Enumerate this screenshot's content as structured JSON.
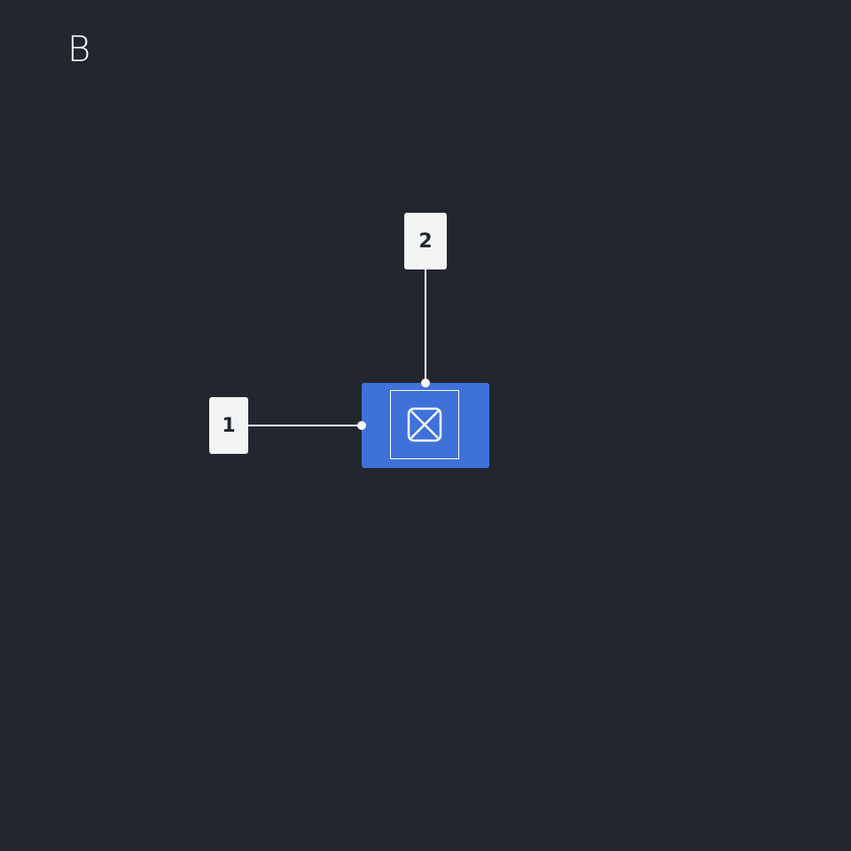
{
  "panel": {
    "letter": "B"
  },
  "callouts": [
    {
      "label": "1",
      "points_to": "left-edge"
    },
    {
      "label": "2",
      "points_to": "top-edge"
    }
  ],
  "component": {
    "icon": "image-placeholder-icon"
  },
  "colors": {
    "background": "#23262e",
    "component_fill": "#3f72d9",
    "callout_fill": "#f3f4f4",
    "line": "#ffffff"
  }
}
